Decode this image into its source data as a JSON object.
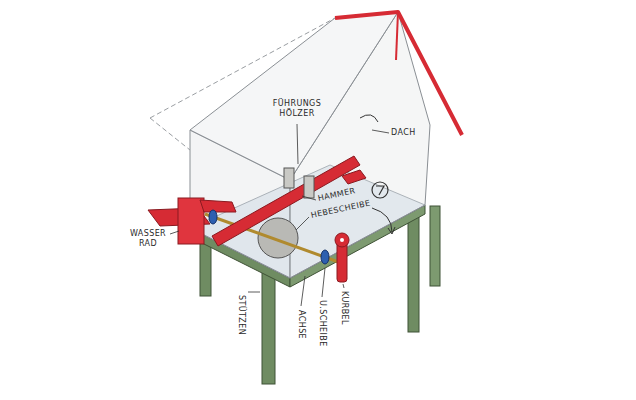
{
  "diagram": {
    "labels": [
      "FÜHRUNGS HÖLZER",
      "DACH",
      "HAMMER",
      "HEBESCHEIBE",
      "WASSER RAD",
      "STÜTZEN",
      "ACHSE",
      "U.SCHEIBE",
      "KURBEL"
    ]
  }
}
